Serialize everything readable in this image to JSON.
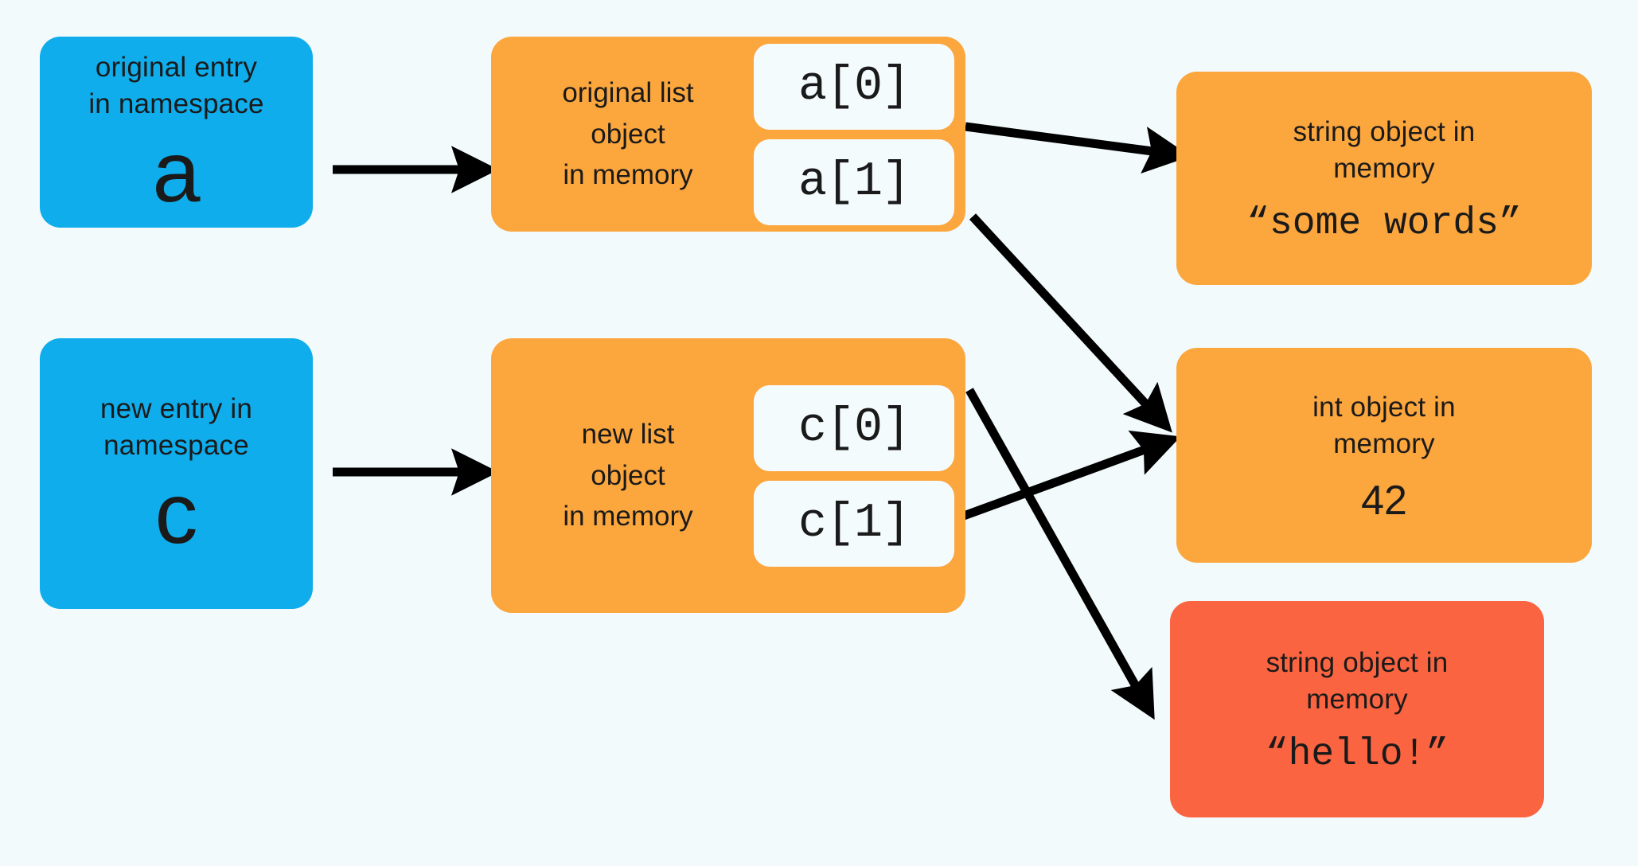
{
  "diagram": {
    "title": "python list copy namespace and memory reference diagram",
    "background_color": "#f2fafc",
    "colors": {
      "blue": "#0fadeb",
      "orange": "#fca63e",
      "red": "#fb6441",
      "slot_fill": "#f4fbfd",
      "arrow": "#000000",
      "text": "#1a1a1a"
    }
  },
  "namespace_entries": [
    {
      "caption": "original entry\nin namespace",
      "variable": "a",
      "color": "#0fadeb"
    },
    {
      "caption": "new entry in\nnamespace",
      "variable": "c",
      "color": "#0fadeb"
    }
  ],
  "list_objects": [
    {
      "label": "original list\nobject\nin memory",
      "slots": [
        "a[0]",
        "a[1]"
      ],
      "color": "#fca63e"
    },
    {
      "label": "new list\nobject\nin memory",
      "slots": [
        "c[0]",
        "c[1]"
      ],
      "color": "#fca63e"
    }
  ],
  "memory_objects": [
    {
      "caption": "string object in\nmemory",
      "value": "“some words”",
      "value_style": "mono",
      "color": "#fca63e"
    },
    {
      "caption": "int object in\nmemory",
      "value": "42",
      "value_style": "sans",
      "color": "#fca63e"
    },
    {
      "caption": "string object in\nmemory",
      "value": "“hello!”",
      "value_style": "mono",
      "color": "#fb6441"
    }
  ],
  "arrows": [
    {
      "from": "namespace-a",
      "to": "original-list-object"
    },
    {
      "from": "namespace-c",
      "to": "new-list-object"
    },
    {
      "from": "slot-a0",
      "to": "string-object-some-words"
    },
    {
      "from": "slot-a1",
      "to": "int-object-42"
    },
    {
      "from": "slot-c1",
      "to": "int-object-42"
    },
    {
      "from": "slot-c0",
      "to": "string-object-hello"
    }
  ]
}
